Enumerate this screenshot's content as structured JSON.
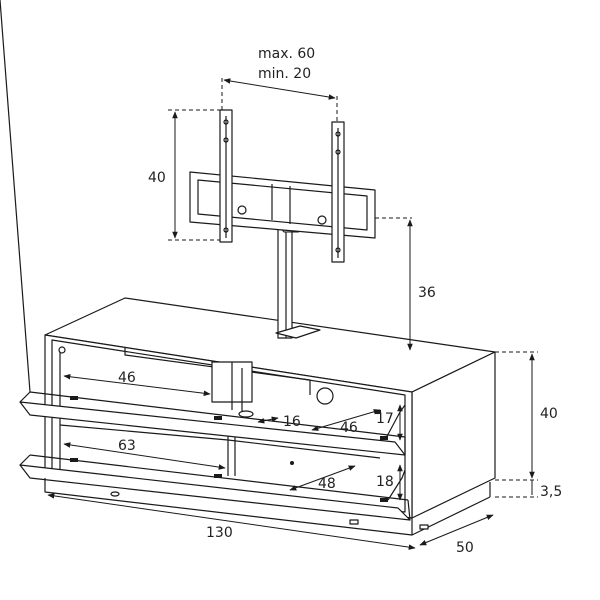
{
  "tv_mount": {
    "spacing_max": "max. 60",
    "spacing_min": "min. 20",
    "height": "40",
    "clearance": "36"
  },
  "cabinet": {
    "height": "40",
    "feet_height": "3,5",
    "width": "130",
    "depth": "50"
  },
  "upper_compartment": {
    "width": "46",
    "inner_width": "46",
    "divider": "16",
    "height": "17"
  },
  "lower_compartment": {
    "width": "63",
    "inner_width": "48",
    "height": "18"
  }
}
